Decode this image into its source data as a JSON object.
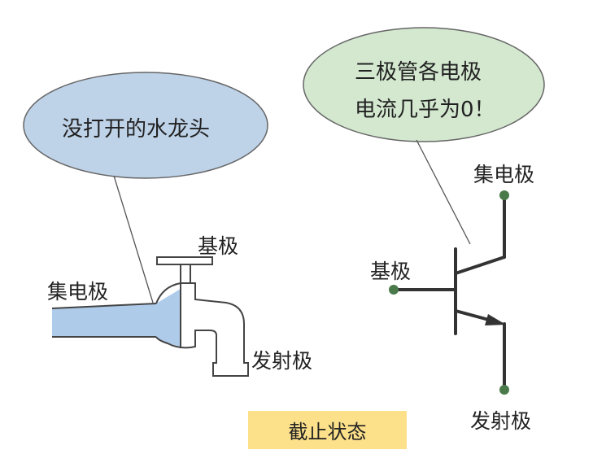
{
  "faucet": {
    "bubble_text": "没打开的水龙头",
    "collector_label": "集电极",
    "base_label": "基极",
    "emitter_label": "发射极"
  },
  "transistor": {
    "bubble_line1": "三极管各电极",
    "bubble_line2": "电流几乎为0！",
    "collector_label": "集电极",
    "base_label": "基极",
    "emitter_label": "发射极"
  },
  "state_label": "截止状态",
  "colors": {
    "blue_bubble": "#bed2e8",
    "green_bubble": "#d3e8cf",
    "water": "#aecbea",
    "terminal_dot": "#4a7a4a",
    "state_box": "#fce08a"
  }
}
